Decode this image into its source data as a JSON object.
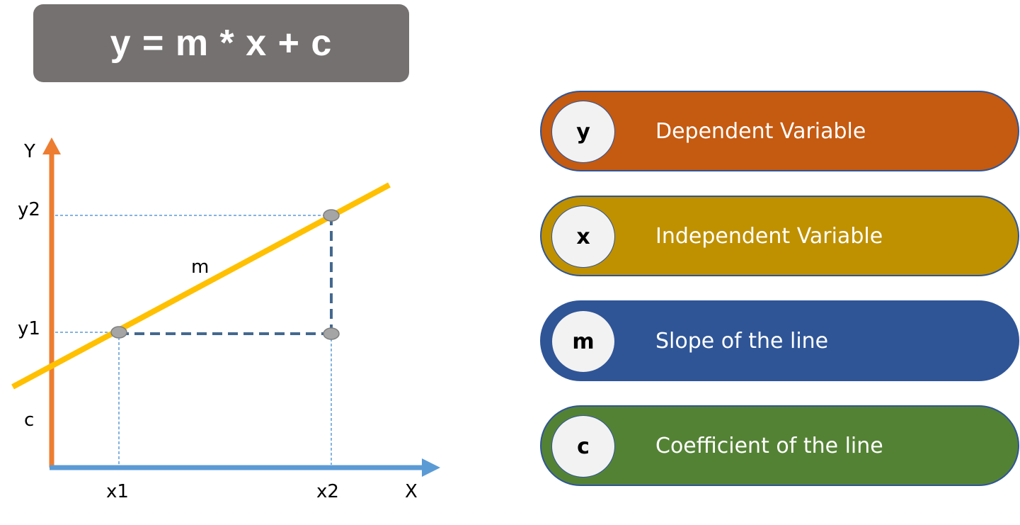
{
  "formula": "y = m * x + c",
  "axes": {
    "y_label": "Y",
    "x_label": "X"
  },
  "points": {
    "y2": "y2",
    "y1": "y1",
    "x1": "x1",
    "x2": "x2",
    "m": "m",
    "c": "c"
  },
  "legend": [
    {
      "symbol": "y",
      "label": "Dependent Variable",
      "color": "#c55a11"
    },
    {
      "symbol": "x",
      "label": "Independent Variable",
      "color": "#bf9000"
    },
    {
      "symbol": "m",
      "label": "Slope of the line",
      "color": "#2f5597"
    },
    {
      "symbol": "c",
      "label": "Coefficient of the line",
      "color": "#548235"
    }
  ],
  "colors": {
    "y_axis": "#ed7d31",
    "x_axis": "#5b9bd5",
    "line": "#ffc000",
    "guide_dashed": "#44698f",
    "point_fill": "#a5a5a5"
  }
}
